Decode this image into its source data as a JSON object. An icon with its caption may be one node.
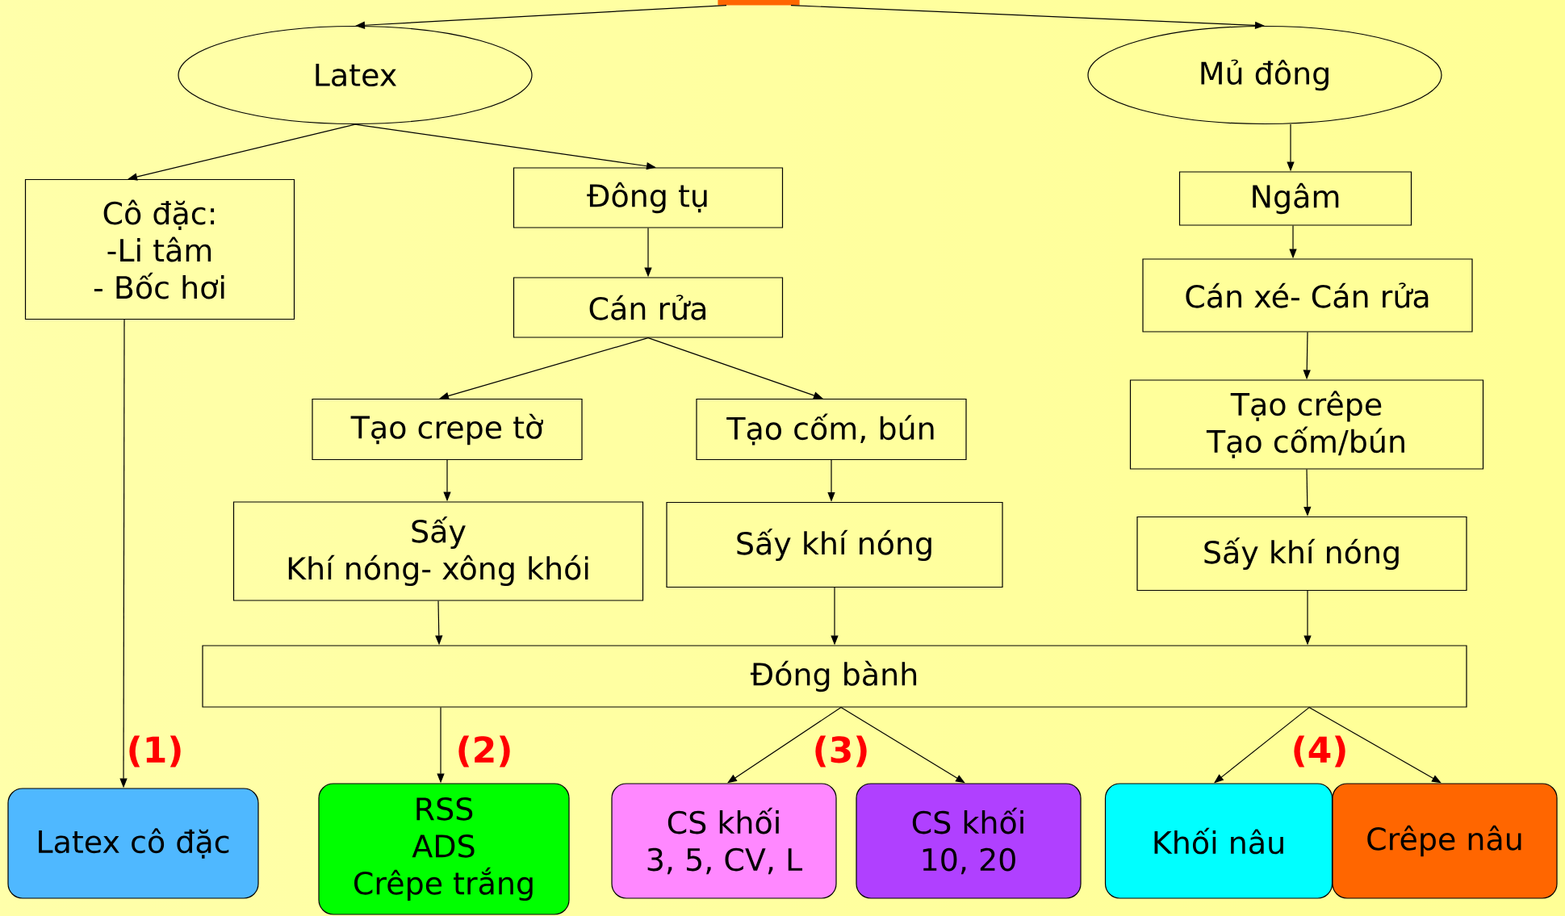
{
  "diagram": {
    "nodes": [
      {
        "text": [],
        "shape": "box"
      },
      {
        "text": [
          "Latex"
        ]
      },
      {
        "text": [
          "Mủ đông"
        ]
      },
      {
        "text": [
          "Cô đặc:",
          "-Li tâm",
          "- Bốc hơi"
        ]
      },
      {
        "text": [
          "Đông tụ"
        ]
      },
      {
        "text": [
          "Cán rửa"
        ]
      },
      {
        "text": [
          "Tạo crepe tờ"
        ]
      },
      {
        "text": [
          "Tạo cốm, bún"
        ]
      },
      {
        "text": [
          "Sấy",
          "Khí nóng- xông khói"
        ]
      },
      {
        "text": [
          "Sấy khí nóng"
        ]
      },
      {
        "text": [
          "Ngâm"
        ]
      },
      {
        "text": [
          "Cán xé- Cán rửa"
        ]
      },
      {
        "text": [
          "Tạo crêpe",
          "Tạo cốm/bún"
        ]
      },
      {
        "text": [
          "Sấy khí nóng"
        ]
      },
      {
        "text": [
          "Đóng bành"
        ]
      },
      {
        "text": [
          "Latex cô đặc"
        ]
      },
      {
        "text": [
          "RSS",
          "ADS",
          "Crêpe trắng"
        ]
      },
      {
        "text": [
          "CS khối",
          "3, 5, CV, L"
        ]
      },
      {
        "text": [
          "CS khối",
          "10, 20"
        ]
      },
      {
        "text": [
          "Khối nâu"
        ]
      },
      {
        "text": [
          "Crêpe nâu"
        ]
      }
    ],
    "edges": [
      {
        "from": 0,
        "to": 1,
        "arrow": "to"
      },
      {
        "from": 0,
        "to": 2,
        "arrow": "to"
      },
      {
        "from": 1,
        "to": 3,
        "arrow": "to"
      },
      {
        "from": 1,
        "to": 4,
        "arrow": "to"
      },
      {
        "from": 4,
        "to": 5,
        "arrow": "to"
      },
      {
        "from": 5,
        "to": 6,
        "arrow": "to"
      },
      {
        "from": 5,
        "to": 7,
        "arrow": "to"
      },
      {
        "from": 6,
        "to": 8,
        "arrow": "to"
      },
      {
        "from": 7,
        "to": 9,
        "arrow": "to"
      },
      {
        "from": 8,
        "to": 14,
        "arrow": "to"
      },
      {
        "from": 9,
        "to": 14,
        "arrow": "to"
      },
      {
        "from": 2,
        "to": 10,
        "arrow": "to"
      },
      {
        "from": 10,
        "to": 11,
        "arrow": "to"
      },
      {
        "from": 11,
        "to": 12,
        "arrow": "to"
      },
      {
        "from": 12,
        "to": 13,
        "arrow": "to"
      },
      {
        "from": 13,
        "to": 14,
        "arrow": "to"
      },
      {
        "from": 3,
        "to": 15,
        "arrow": "to"
      },
      {
        "from": 14,
        "to": 16,
        "arrow": "to"
      },
      {
        "from": 14,
        "to": 17,
        "arrow": "to"
      },
      {
        "from": 14,
        "to": 18,
        "arrow": "to"
      },
      {
        "from": 14,
        "to": 19,
        "arrow": "to"
      },
      {
        "from": 14,
        "to": 20,
        "arrow": "to"
      }
    ],
    "labels": [
      "(1)",
      "(2)",
      "(3)",
      "(4)"
    ]
  }
}
